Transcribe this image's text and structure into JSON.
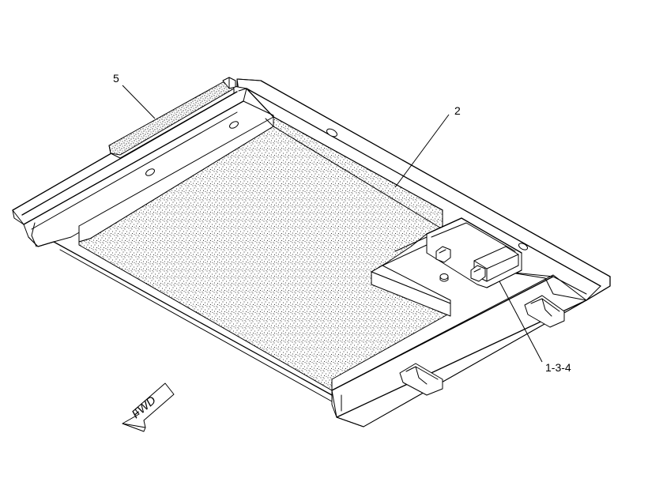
{
  "callouts": {
    "c5": "5",
    "c2": "2",
    "c134": "1-3-4"
  },
  "fwd_arrow": {
    "label": "FWD",
    "icon": "forward-direction-arrow-icon"
  },
  "colors": {
    "line": "#000000",
    "background": "#ffffff",
    "stipple": "#000000"
  }
}
